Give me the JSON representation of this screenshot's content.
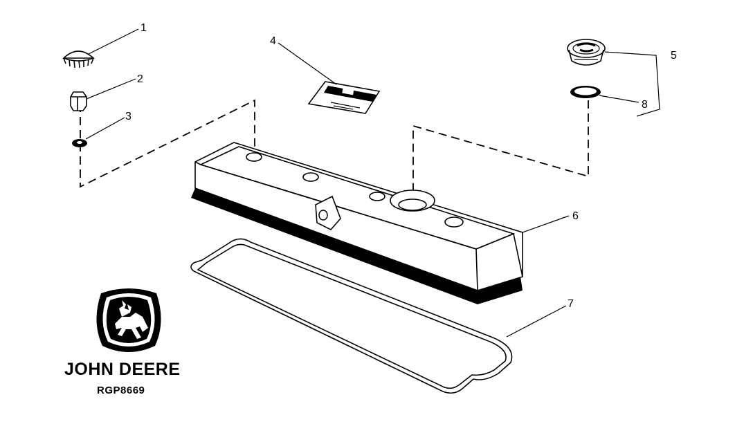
{
  "diagram": {
    "callouts": [
      {
        "id": "1",
        "label": "1"
      },
      {
        "id": "2",
        "label": "2"
      },
      {
        "id": "3",
        "label": "3"
      },
      {
        "id": "4",
        "label": "4"
      },
      {
        "id": "5",
        "label": "5"
      },
      {
        "id": "6",
        "label": "6"
      },
      {
        "id": "7",
        "label": "7"
      },
      {
        "id": "8",
        "label": "8"
      }
    ],
    "brand": "JOHN DEERE",
    "drawing_code": "RGP8669"
  }
}
